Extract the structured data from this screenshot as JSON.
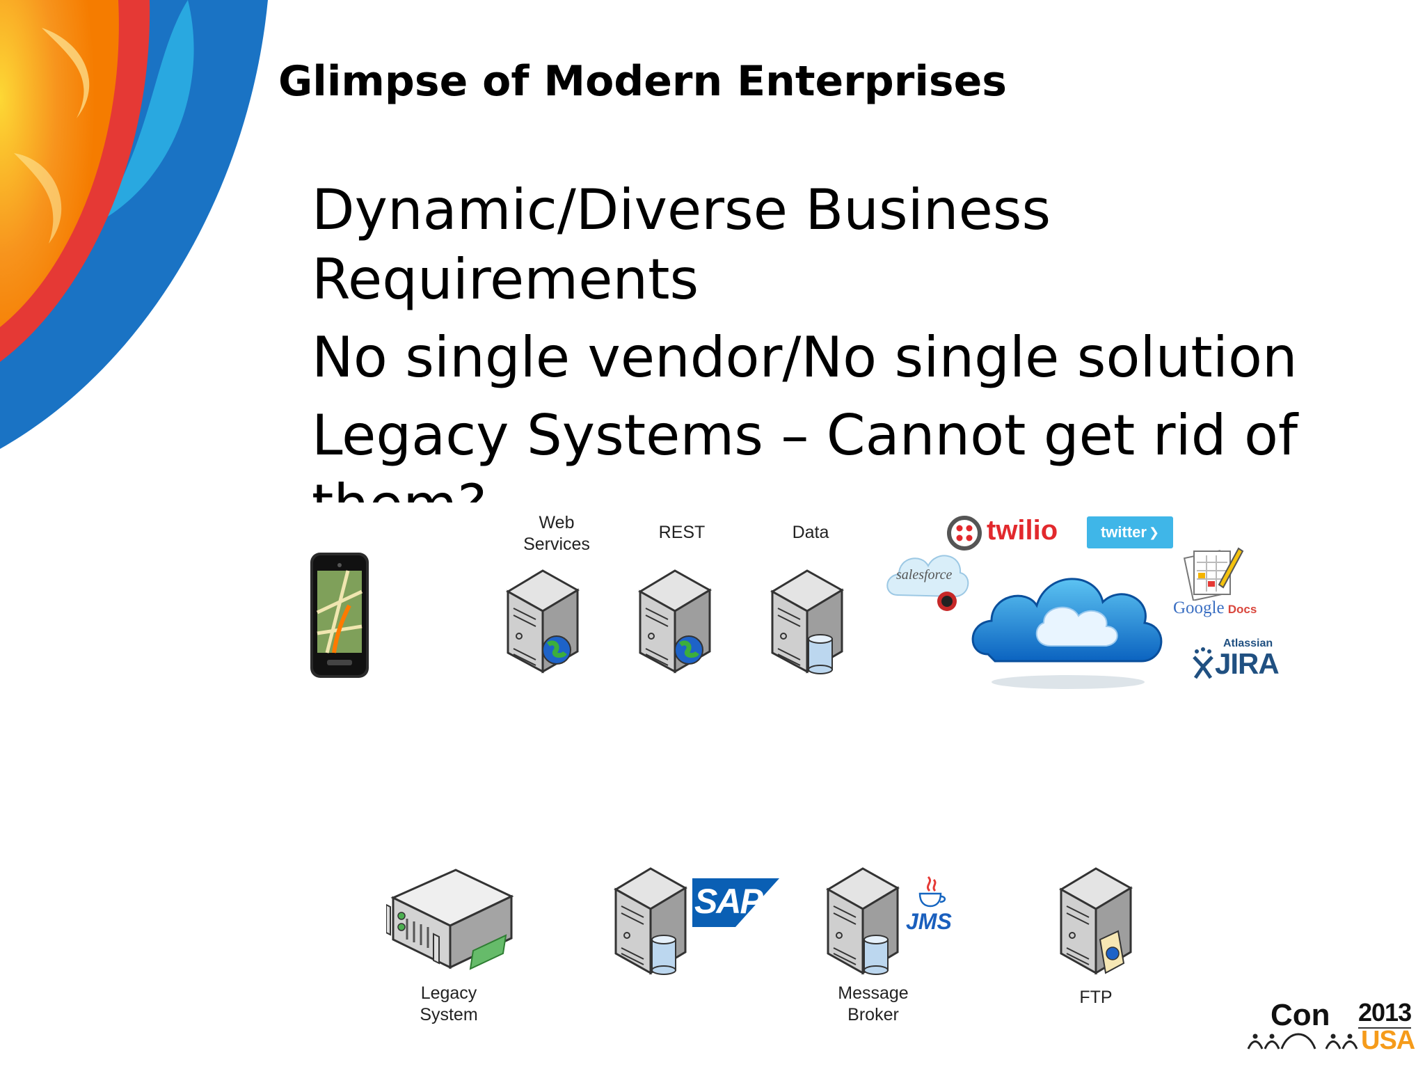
{
  "slide": {
    "title": "Glimpse of Modern Enterprises",
    "bullets": [
      "Dynamic/Diverse Business Requirements",
      "No single vendor/No single solution",
      "Legacy Systems – Cannot get rid of them?"
    ]
  },
  "diagram": {
    "top_row": {
      "mobile": {
        "icon": "mobile-phone-icon"
      },
      "web_services": {
        "label_line1": "Web",
        "label_line2": "Services",
        "icon": "server-globe-icon"
      },
      "rest": {
        "label": "REST",
        "icon": "server-globe-icon"
      },
      "data": {
        "label": "Data",
        "icon": "server-database-icon"
      },
      "cloud": {
        "icon": "cloud-icon",
        "brands": {
          "twilio": "twilio",
          "twitter": "twitter",
          "salesforce": "salesforce",
          "google": "Google",
          "docs": "Docs",
          "atlassian": "Atlassian",
          "jira": "JIRA"
        }
      }
    },
    "bottom_row": {
      "legacy": {
        "label_line1": "Legacy",
        "label_line2": "System",
        "icon": "legacy-server-icon"
      },
      "sap": {
        "logo": "SAP",
        "icon": "server-database-icon"
      },
      "broker": {
        "label_line1": "Message",
        "label_line2": "Broker",
        "logo": "JMS",
        "icon": "server-database-icon"
      },
      "ftp": {
        "label": "FTP",
        "icon": "server-file-icon"
      }
    }
  },
  "footer": {
    "logo_con": "Con",
    "logo_year": "2013",
    "logo_usa": "USA"
  },
  "colors": {
    "blue_arc": "#1a73c4",
    "red_arc": "#e53935",
    "orange_arc": "#f7941d",
    "yellow": "#fdd835",
    "sap_blue": "#0a5fb4",
    "jira_blue": "#205081",
    "twitter_blue": "#3fb6e8",
    "twilio_red": "#e2292d",
    "usa_orange": "#f59b1a"
  }
}
